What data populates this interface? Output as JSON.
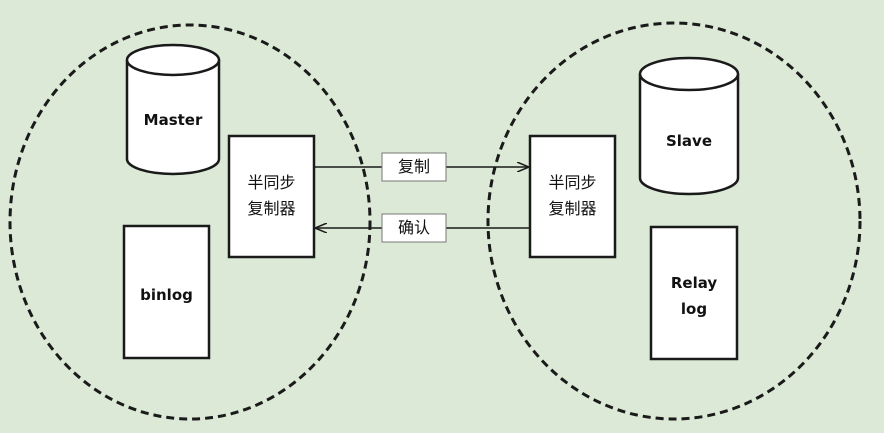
{
  "master": {
    "db_label": "Master",
    "log_label": "binlog",
    "replicator_label": "半同步\n复制器"
  },
  "slave": {
    "db_label": "Slave",
    "log_label": "Relay\nlog",
    "replicator_label": "半同步\n复制器"
  },
  "arrows": {
    "replicate_label": "复制",
    "ack_label": "确认"
  },
  "colors": {
    "background": "#dbe9d6",
    "stroke": "#1a1a1a",
    "box_fill": "#ffffff",
    "db_fill": "#ffffff"
  }
}
